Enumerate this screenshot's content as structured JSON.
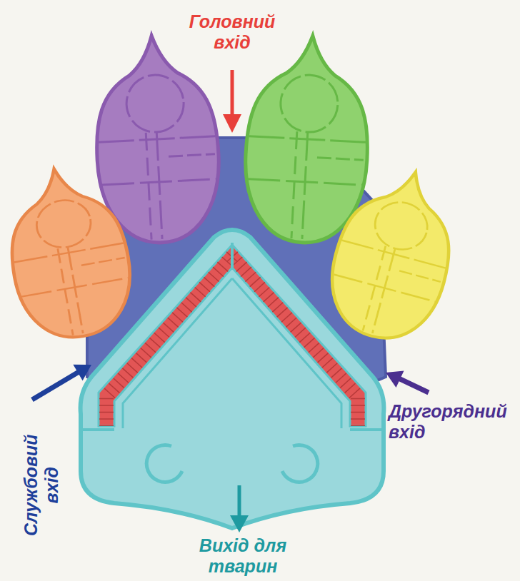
{
  "diagram": {
    "labels": [
      "Головний вхід",
      "Службовий вхід",
      "Другорядний вхід",
      "Вихід для тварин"
    ]
  }
}
